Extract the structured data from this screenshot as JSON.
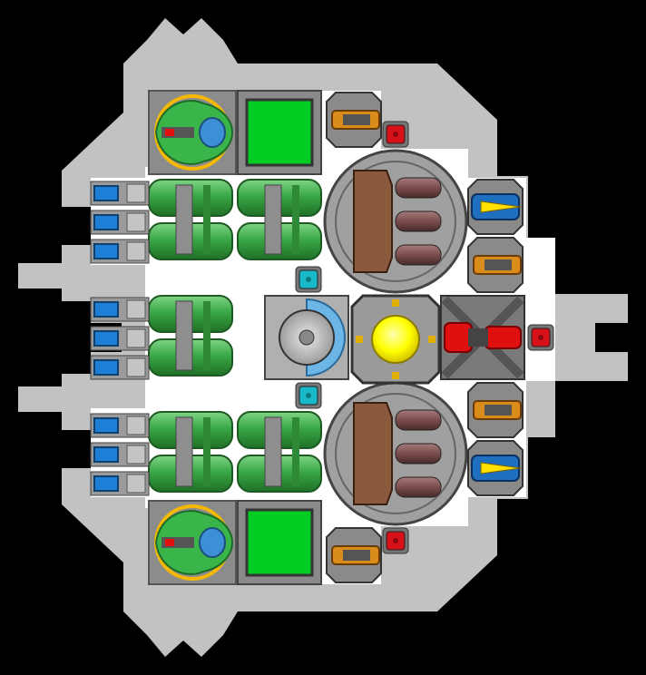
{
  "ship": {
    "hull_color": "#c2c2c2",
    "interior_color": "#ffffff",
    "background_color": "#000000"
  },
  "modules": {
    "cockpits": {
      "icon": "green-cockpit-icon",
      "count": 2,
      "accent": "#39b54a",
      "ring": "#f5b800"
    },
    "displays": {
      "icon": "green-screen-icon",
      "count": 2,
      "screen_color": "#00cc22"
    },
    "fuel_tanks": {
      "icon": "green-tank-icon",
      "count": 10,
      "color": "#3aa845"
    },
    "thrusters": {
      "icon": "blue-thruster-icon",
      "count": 9,
      "color": "#1e7fd6"
    },
    "cargo_drums": {
      "icon": "brown-drum-icon",
      "count": 2,
      "color": "#8b5a3c"
    },
    "reactor": {
      "icon": "yellow-reactor-icon",
      "count": 1,
      "core_color": "#ffff00"
    },
    "shield": {
      "icon": "shield-generator-icon",
      "count": 1,
      "color": "#6bb6e6"
    },
    "turrets_orange": {
      "icon": "orange-turret-icon",
      "count": 4,
      "color": "#d98c1a"
    },
    "turrets_blue": {
      "icon": "blue-laser-turret-icon",
      "count": 2,
      "color": "#1e6fc0"
    },
    "red_cannon": {
      "icon": "red-cannon-icon",
      "count": 1,
      "color": "#e01010"
    },
    "red_buttons": {
      "icon": "red-button-icon",
      "count": 3,
      "color": "#d81018"
    },
    "cyan_buttons": {
      "icon": "cyan-button-icon",
      "count": 2,
      "color": "#19b8c8"
    }
  }
}
